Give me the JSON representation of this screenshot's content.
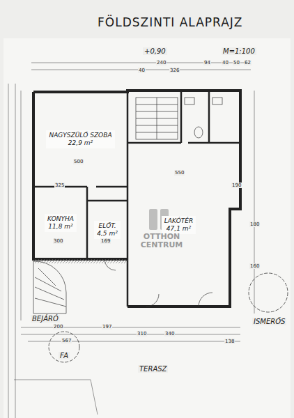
{
  "diagram": {
    "title": "FÖLDSZINTI ALAPRAJZ",
    "nodes": [
      {
        "text": [
          "NAGYSZÜLŐ SZOBA",
          "22,9 m²"
        ]
      },
      {
        "text": [
          "KONYHA",
          "11,8 m²"
        ]
      },
      {
        "text": [
          "ELŐT.",
          "4,5 m²"
        ]
      },
      {
        "text": [
          "LAKÓTÉR",
          "47,1 m²"
        ]
      }
    ],
    "labels": [
      "+0,90",
      "M=1:100",
      "240",
      "326",
      "94",
      "40",
      "40",
      "50",
      "62",
      "550",
      "500",
      "325",
      "300",
      "169",
      "180",
      "190",
      "160",
      "200",
      "197",
      "310",
      "340",
      "567",
      "138",
      "BEJÁRÓ",
      "FA",
      "TERASZ",
      "ISMERŐS",
      "OTTHON CENTRUM"
    ]
  }
}
